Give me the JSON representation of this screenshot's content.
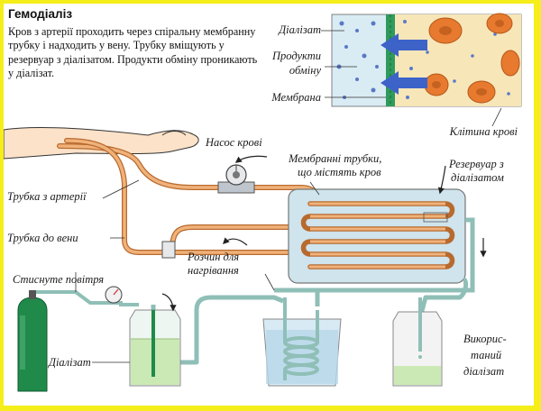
{
  "title": "Гемодіаліз",
  "description": "Кров з артерії проходить через спіральну мембранну трубку і надходить у вену. Трубку вміщують у резервуар з діалізатом. Продукти обміну проникають у діалізат.",
  "labels": {
    "dialysate_top": "Діалізат",
    "products_1": "Продукти",
    "products_2": "обміну",
    "membrane": "Мембрана",
    "blood_cell": "Клітина крові",
    "blood_pump": "Насос крові",
    "membrane_tubes_1": "Мембранні трубки,",
    "membrane_tubes_2": "що містять кров",
    "reservoir_1": "Резервуар з",
    "reservoir_2": "діалізатом",
    "artery_tube": "Трубка з артерії",
    "vein_tube": "Трубка до вени",
    "compressed_air": "Стиснуте повітря",
    "heating_1": "Розчин для",
    "heating_2": "нагрівання",
    "dialysate_bottom": "Діалізат",
    "used_1": "Викорис-",
    "used_2": "таний",
    "used_3": "діалізат"
  },
  "colors": {
    "border": "#f5ee1a",
    "tube": "#e8a060",
    "tube_outline": "#b86a2e",
    "fluid_tube": "#b9dcd6",
    "fluid": "#cbe9b4",
    "membrane": "#2f9a5c",
    "arrow": "#3d63c9",
    "cell": "#e77a2e",
    "cylinder": "#1f8a4a"
  },
  "icons": [
    "arm-icon",
    "pump-icon",
    "pressure-gauge-icon",
    "gas-cylinder-icon",
    "flow-arrow-icon"
  ]
}
